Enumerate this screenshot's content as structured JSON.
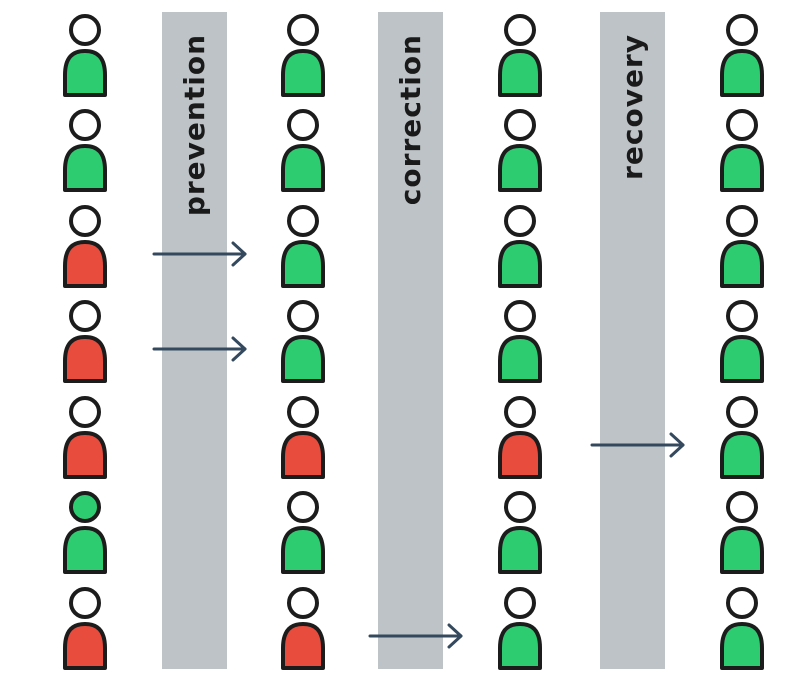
{
  "stages": [
    {
      "label": "prevention"
    },
    {
      "label": "correction"
    },
    {
      "label": "recovery"
    }
  ],
  "columns": [
    {
      "people": [
        {
          "body": "green",
          "head": "white"
        },
        {
          "body": "green",
          "head": "white"
        },
        {
          "body": "red",
          "head": "white"
        },
        {
          "body": "red",
          "head": "white"
        },
        {
          "body": "red",
          "head": "white"
        },
        {
          "body": "green",
          "head": "green"
        },
        {
          "body": "red",
          "head": "white"
        }
      ]
    },
    {
      "people": [
        {
          "body": "green",
          "head": "white"
        },
        {
          "body": "green",
          "head": "white"
        },
        {
          "body": "green",
          "head": "white"
        },
        {
          "body": "green",
          "head": "white"
        },
        {
          "body": "red",
          "head": "white"
        },
        {
          "body": "green",
          "head": "white"
        },
        {
          "body": "red",
          "head": "white"
        }
      ]
    },
    {
      "people": [
        {
          "body": "green",
          "head": "white"
        },
        {
          "body": "green",
          "head": "white"
        },
        {
          "body": "green",
          "head": "white"
        },
        {
          "body": "green",
          "head": "white"
        },
        {
          "body": "red",
          "head": "white"
        },
        {
          "body": "green",
          "head": "white"
        },
        {
          "body": "green",
          "head": "white"
        }
      ]
    },
    {
      "people": [
        {
          "body": "green",
          "head": "white"
        },
        {
          "body": "green",
          "head": "white"
        },
        {
          "body": "green",
          "head": "white"
        },
        {
          "body": "green",
          "head": "white"
        },
        {
          "body": "green",
          "head": "white"
        },
        {
          "body": "green",
          "head": "white"
        },
        {
          "body": "green",
          "head": "white"
        }
      ]
    }
  ],
  "arrows": [
    {
      "stage": 0,
      "row": 2
    },
    {
      "stage": 0,
      "row": 3
    },
    {
      "stage": 1,
      "row": 6
    },
    {
      "stage": 2,
      "row": 4
    }
  ],
  "colors": {
    "green": "#2ecc71",
    "red": "#e74c3c",
    "white": "#ffffff",
    "outline": "#1c1c1c",
    "band": "#bdc3c7",
    "arrow": "#34495e",
    "label": "#1a1a1a"
  },
  "icons": {
    "person": "person-icon",
    "arrow": "arrow-right-icon"
  }
}
